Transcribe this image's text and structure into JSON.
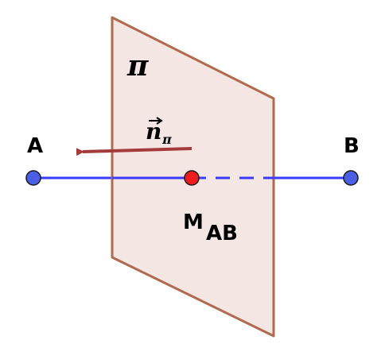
{
  "plane": {
    "label": "π",
    "fill_color": "#f4e7e3",
    "edge_color": "#b06a4f"
  },
  "normal_vector": {
    "symbol": "n",
    "subscript": "π",
    "color": "#a33b3b"
  },
  "segment": {
    "color": "#3b3bff"
  },
  "points": {
    "A": {
      "label": "A",
      "color": "#4b5fe6"
    },
    "B": {
      "label": "B",
      "color": "#4b5fe6"
    },
    "M": {
      "label": "M",
      "subscript": "AB",
      "color": "#ee1c1c"
    }
  }
}
